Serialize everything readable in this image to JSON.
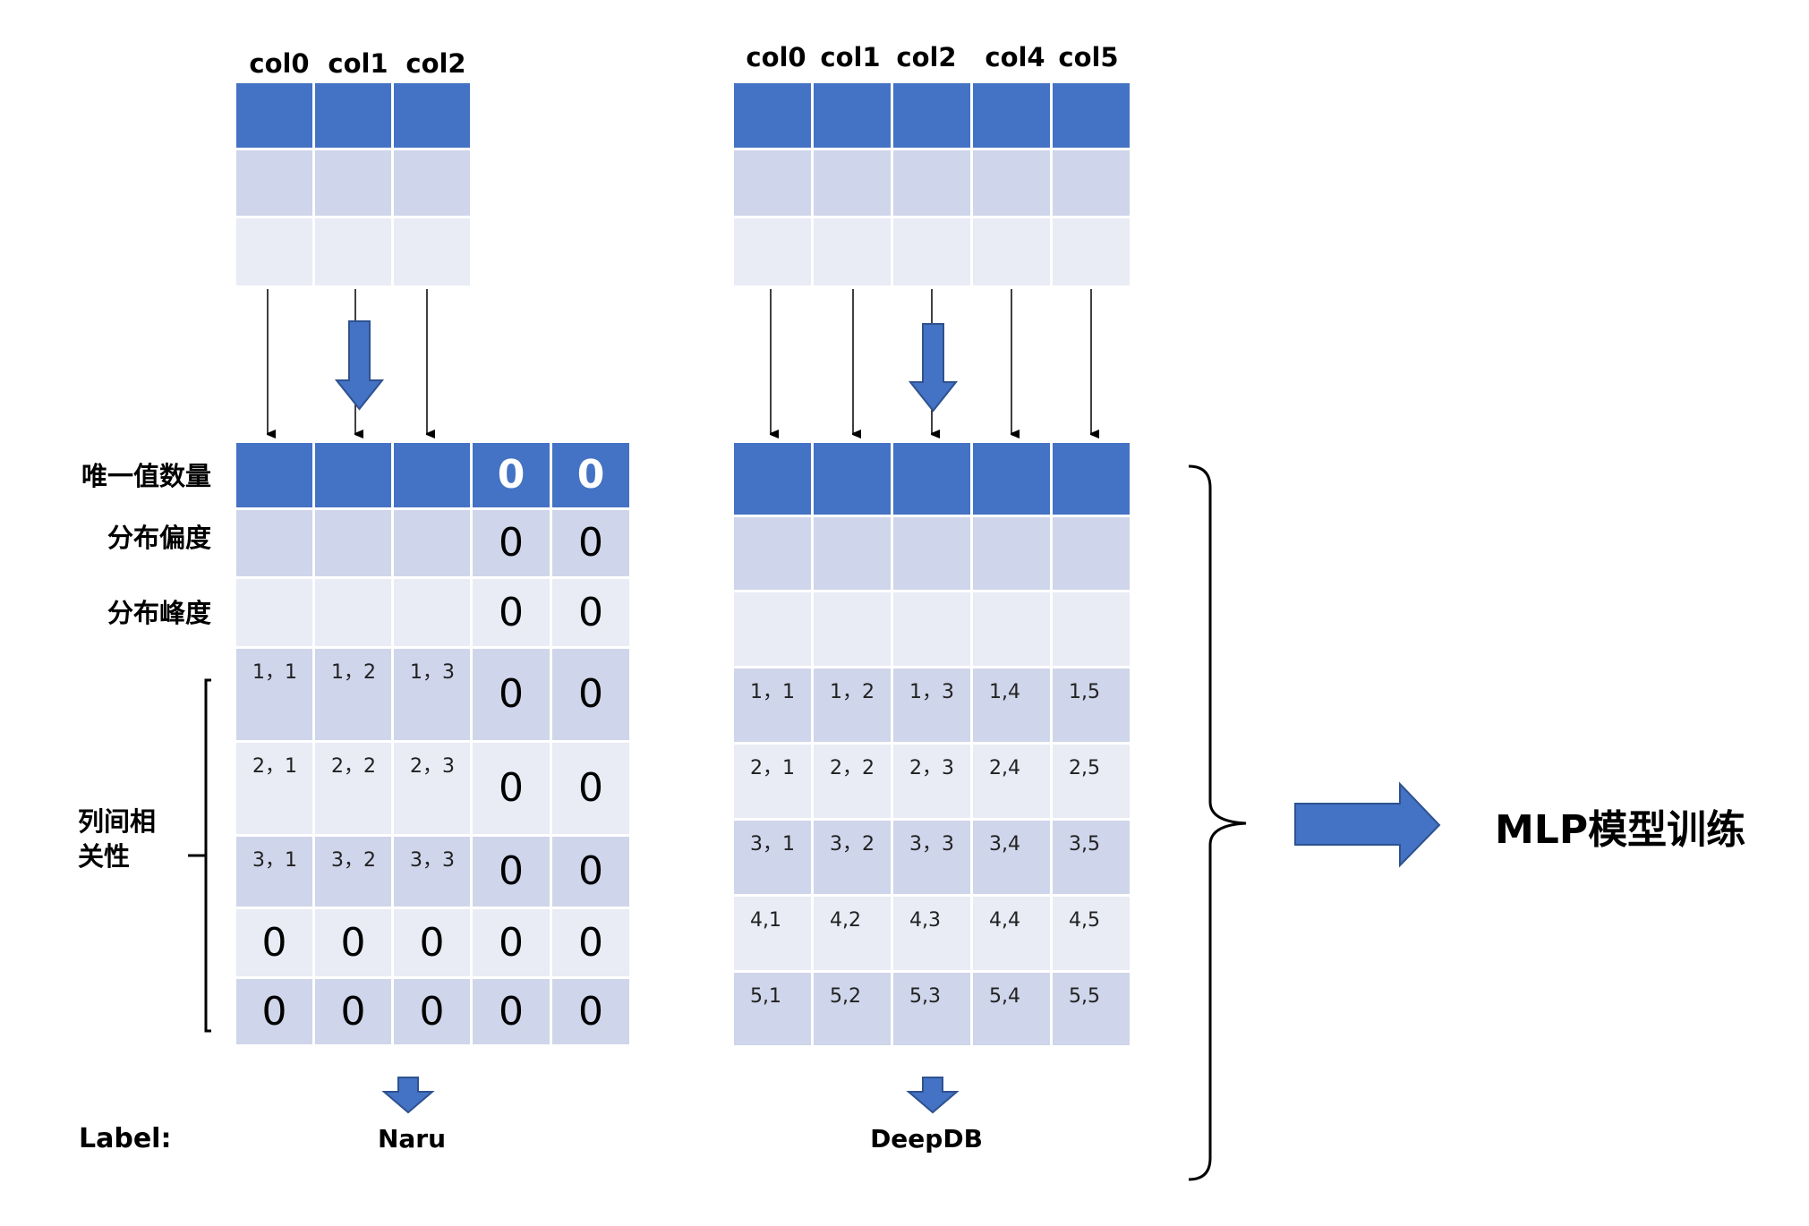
{
  "naru": {
    "columns": [
      "col0",
      "col1",
      "col2"
    ],
    "row_labels": [
      "唯一值数量",
      "分布偏度",
      "分布峰度"
    ],
    "group_label_line1": "列间相",
    "group_label_line2": "关性",
    "rows": [
      [
        "",
        "",
        "",
        "0",
        "0"
      ],
      [
        "",
        "",
        "",
        "0",
        "0"
      ],
      [
        "",
        "",
        "",
        "0",
        "0"
      ],
      [
        "1，1",
        "1，2",
        "1，3",
        "0",
        "0"
      ],
      [
        "2，1",
        "2，2",
        "2，3",
        "0",
        "0"
      ],
      [
        "3，1",
        "3，2",
        "3，3",
        "0",
        "0"
      ],
      [
        "0",
        "0",
        "0",
        "0",
        "0"
      ],
      [
        "0",
        "0",
        "0",
        "0",
        "0"
      ]
    ],
    "label": "Naru"
  },
  "deepdb": {
    "columns": [
      "col0",
      "col1",
      "col2",
      "col4",
      "col5"
    ],
    "rows": [
      [
        "",
        "",
        "",
        "",
        ""
      ],
      [
        "",
        "",
        "",
        "",
        ""
      ],
      [
        "",
        "",
        "",
        "",
        ""
      ],
      [
        "1，1",
        "1，2",
        "1，3",
        "1,4",
        "1,5"
      ],
      [
        "2，1",
        "2，2",
        "2，3",
        "2,4",
        "2,5"
      ],
      [
        "3，1",
        "3，2",
        "3，3",
        "3,4",
        "3,5"
      ],
      [
        "4,1",
        "4,2",
        "4,3",
        "4,4",
        "4,5"
      ],
      [
        "5,1",
        "5,2",
        "5,3",
        "5,4",
        "5,5"
      ]
    ],
    "label": "DeepDB"
  },
  "label_prefix": "Label:",
  "output_text": "MLP模型训练",
  "colors": {
    "header_blue": "#4472c4",
    "row_mid": "#cfd5ea",
    "row_light": "#e9ebf5",
    "arrow_fill": "#4472c4",
    "arrow_stroke": "#2f528f"
  }
}
